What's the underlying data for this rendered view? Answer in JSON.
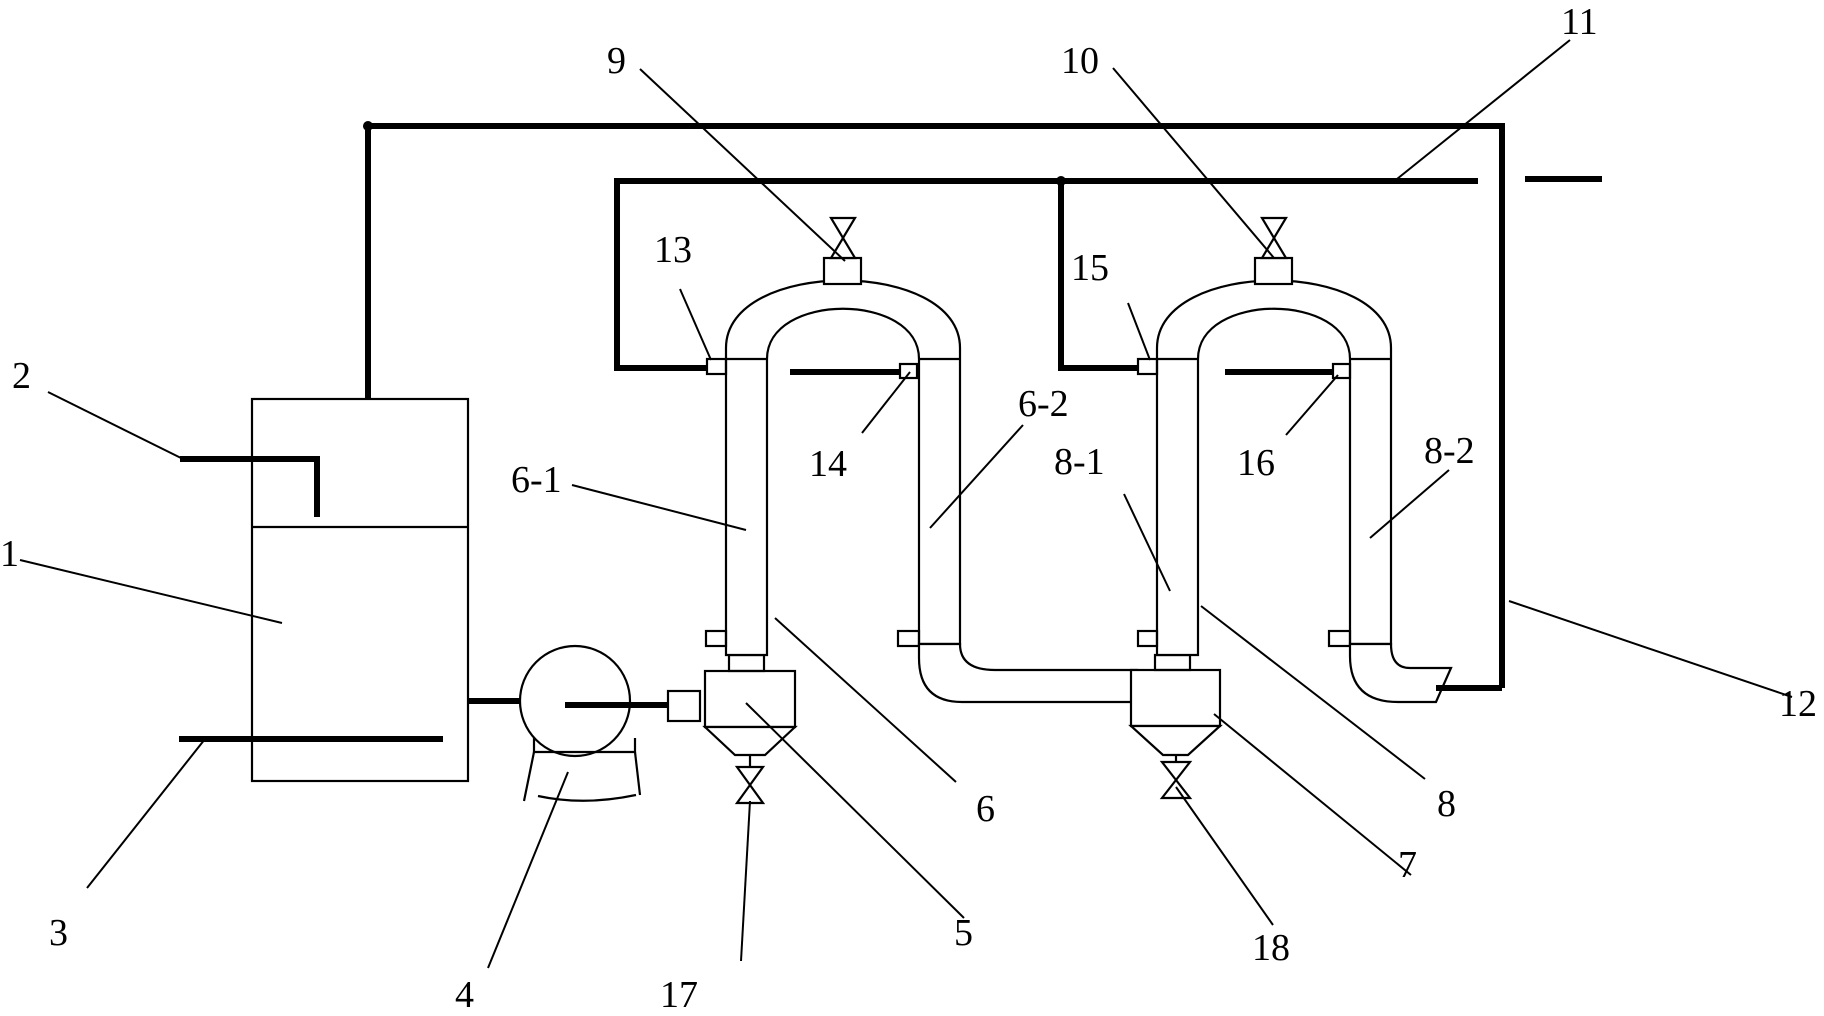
{
  "labels": {
    "n1": "1",
    "n2": "2",
    "n3": "3",
    "n4": "4",
    "n5": "5",
    "n6": "6",
    "n6_1": "6-1",
    "n6_2": "6-2",
    "n7": "7",
    "n8": "8",
    "n8_1": "8-1",
    "n8_2": "8-2",
    "n9": "9",
    "n10": "10",
    "n11": "11",
    "n12": "12",
    "n13": "13",
    "n14": "14",
    "n15": "15",
    "n16": "16",
    "n17": "17",
    "n18": "18"
  }
}
